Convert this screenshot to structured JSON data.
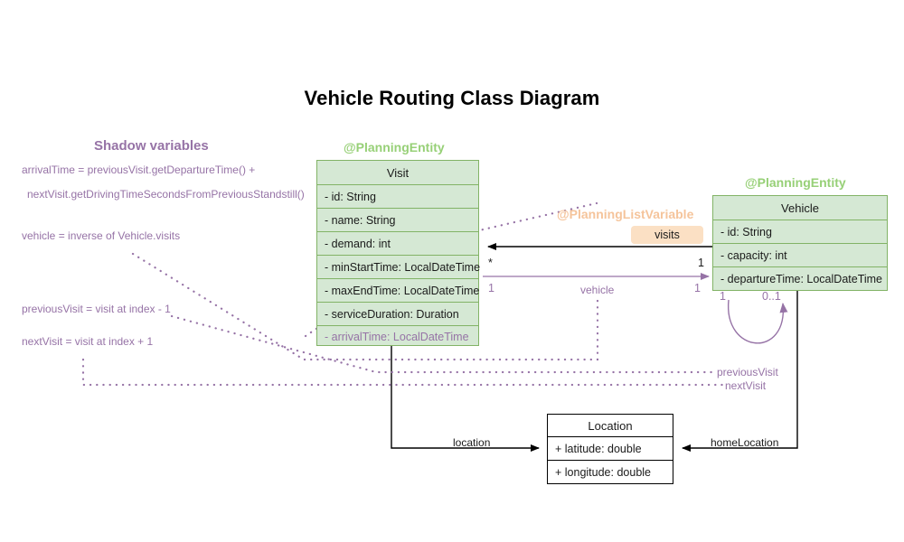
{
  "title": "Vehicle Routing Class Diagram",
  "colors": {
    "entity_fill": "#d5e8d4",
    "entity_stroke": "#82b366",
    "stereotype_entity": "#97d077",
    "stereotype_listvar": "#f5c49b",
    "badge_fill": "#fbe0c4",
    "shadow_purple": "#9673a6",
    "plain_stroke": "#000000"
  },
  "shadow_panel": {
    "title": "Shadow variables",
    "lines": [
      "arrivalTime = previousVisit.getDepartureTime() +",
      "nextVisit.getDrivingTimeSecondsFromPreviousStandstill()",
      "vehicle = inverse of Vehicle.visits",
      "previousVisit = visit at index - 1",
      "nextVisit = visit at index + 1"
    ]
  },
  "classes": {
    "visit": {
      "stereotype": "@PlanningEntity",
      "name": "Visit",
      "attributes": [
        {
          "text": "- id: String",
          "shadow": false
        },
        {
          "text": "- name: String",
          "shadow": false
        },
        {
          "text": "- demand: int",
          "shadow": false
        },
        {
          "text": "- minStartTime: LocalDateTime",
          "shadow": false
        },
        {
          "text": "- maxEndTime: LocalDateTime",
          "shadow": false
        },
        {
          "text": "- serviceDuration: Duration",
          "shadow": false
        },
        {
          "text": "- arrivalTime: LocalDateTime",
          "shadow": true
        }
      ]
    },
    "vehicle": {
      "stereotype": "@PlanningEntity",
      "name": "Vehicle",
      "attributes": [
        {
          "text": "- id: String",
          "shadow": false
        },
        {
          "text": "- capacity: int",
          "shadow": false
        },
        {
          "text": "- departureTime: LocalDateTime",
          "shadow": false
        }
      ]
    },
    "location": {
      "name": "Location",
      "attributes": [
        {
          "text": "+ latitude: double",
          "shadow": false
        },
        {
          "text": "+ longitude: double",
          "shadow": false
        }
      ]
    }
  },
  "associations": {
    "visits": {
      "stereotype": "@PlanningListVariable",
      "label": "visits",
      "source_mult": "1",
      "target_mult": "*"
    },
    "vehicle_inverse": {
      "label": "vehicle",
      "source_mult": "1",
      "target_mult": "1"
    },
    "chain": {
      "previous_label": "previousVisit",
      "next_label": "nextVisit",
      "loop_mult_left": "1",
      "loop_mult_right": "0..1"
    },
    "visit_location": {
      "label": "location"
    },
    "vehicle_location": {
      "label": "homeLocation"
    }
  }
}
